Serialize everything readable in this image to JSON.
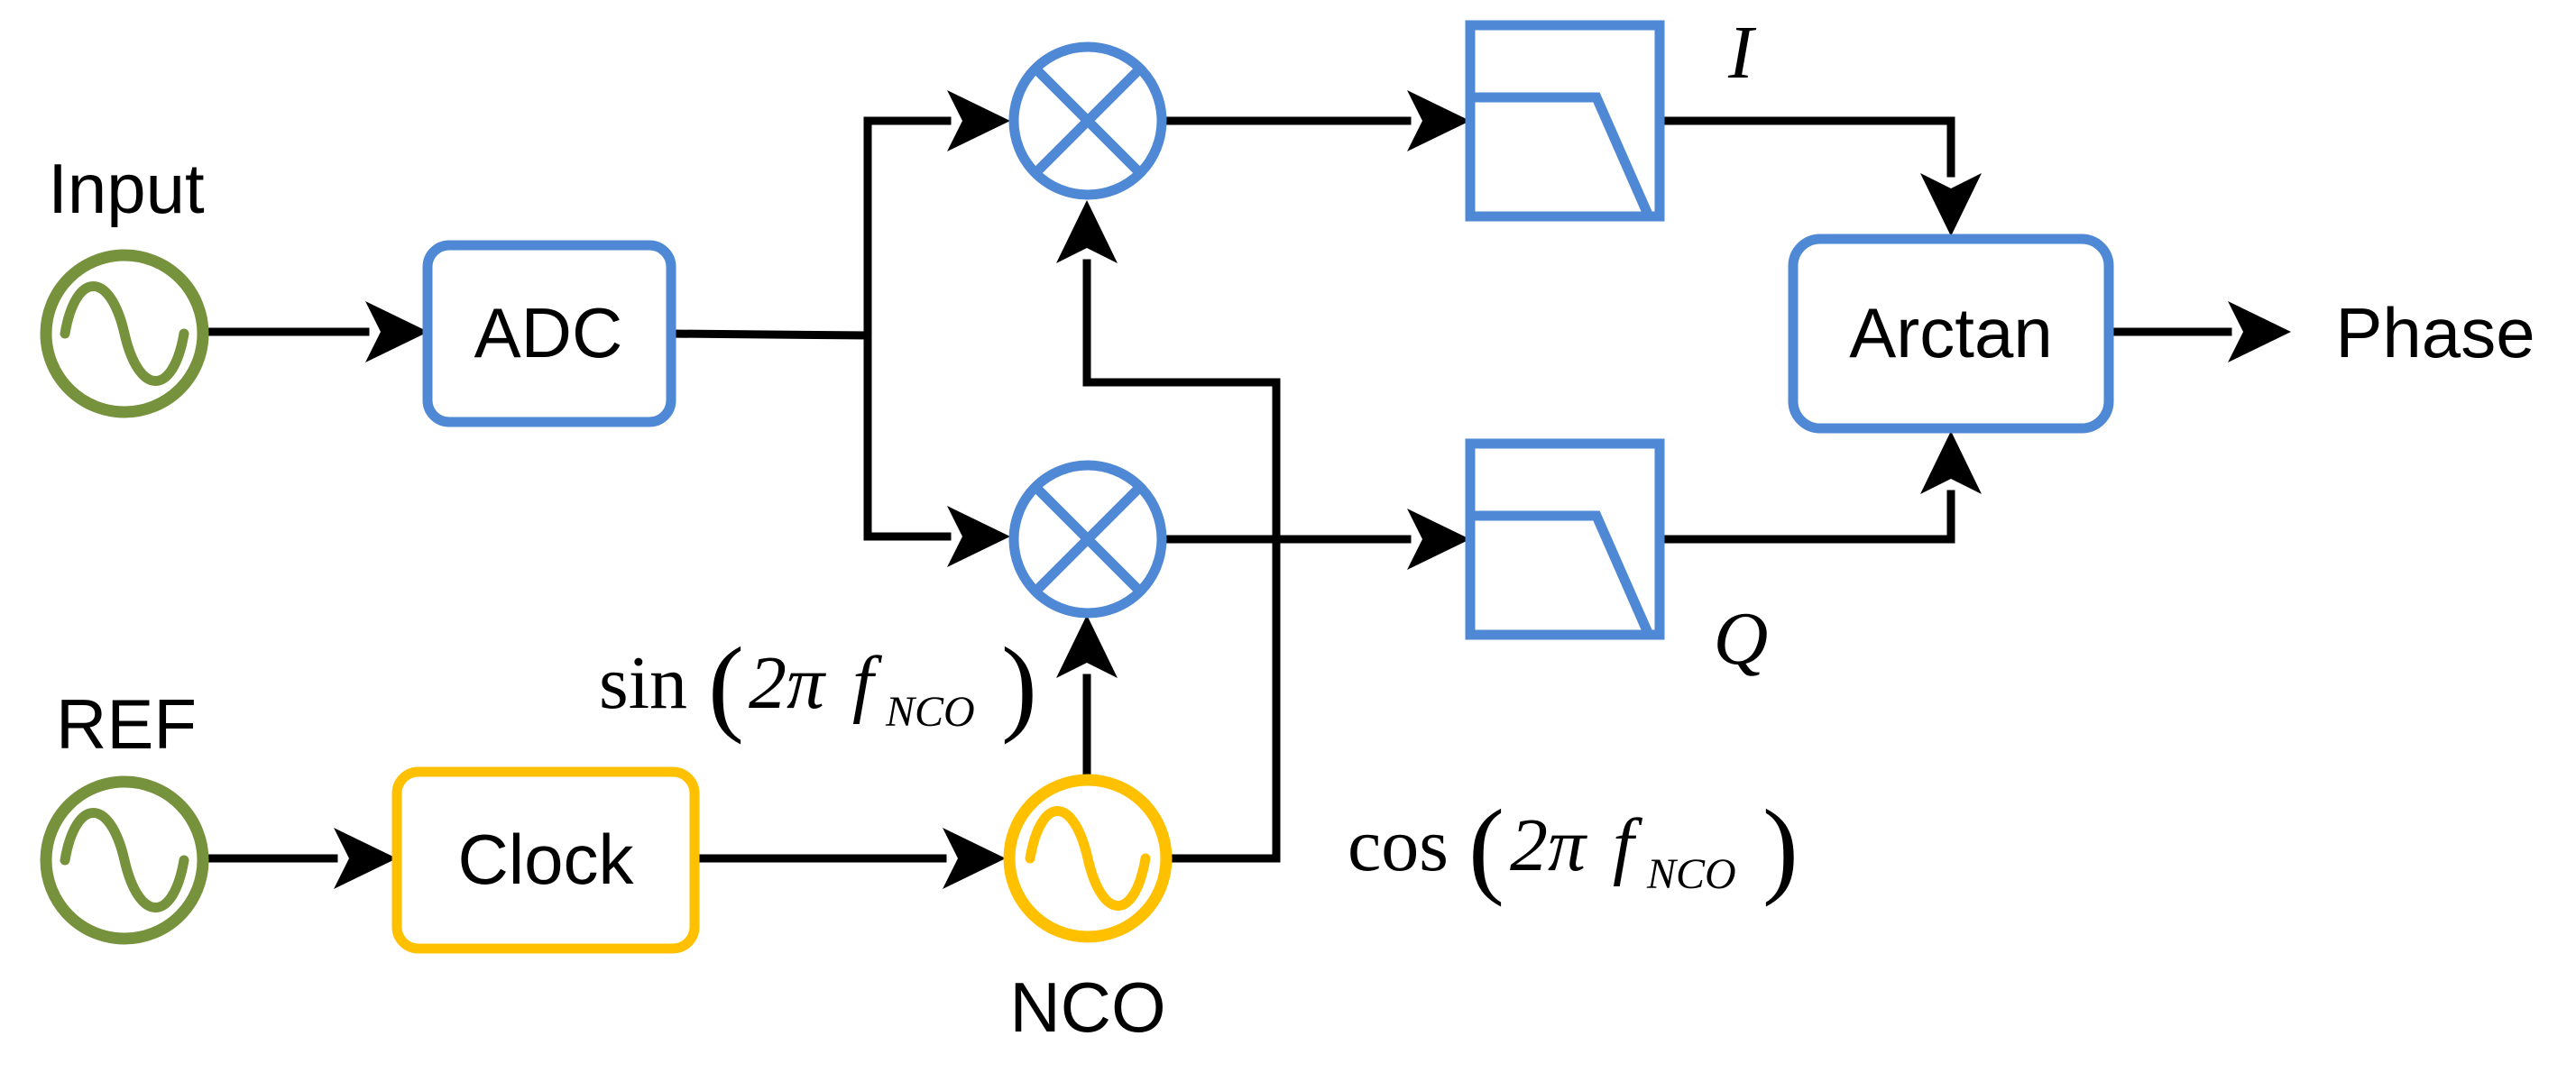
{
  "colors": {
    "signal_source": "#76923c",
    "processing_block": "#4f88d4",
    "clock_block": "#ffc000",
    "wire": "#000000",
    "background": "#ffffff"
  },
  "labels": {
    "input": "Input",
    "ref": "REF",
    "adc": "ADC",
    "clock": "Clock",
    "nco": "NCO",
    "arctan": "Arctan",
    "phase": "Phase",
    "i": "I",
    "q": "Q"
  },
  "expressions": {
    "sin": {
      "func": "sin",
      "open": "(",
      "arg": "2π",
      "var": "f",
      "sub": "NCO",
      "close": ")"
    },
    "cos": {
      "func": "cos",
      "open": "(",
      "arg": "2π",
      "var": "f",
      "sub": "NCO",
      "close": ")"
    }
  },
  "icons": {
    "input_source": "sine-wave-source-icon",
    "ref_source": "sine-wave-source-icon",
    "nco_source": "sine-wave-source-icon",
    "mixer_top": "multiplier-cross-icon",
    "mixer_bottom": "multiplier-cross-icon",
    "filter_top": "lowpass-filter-icon",
    "filter_bottom": "lowpass-filter-icon"
  }
}
